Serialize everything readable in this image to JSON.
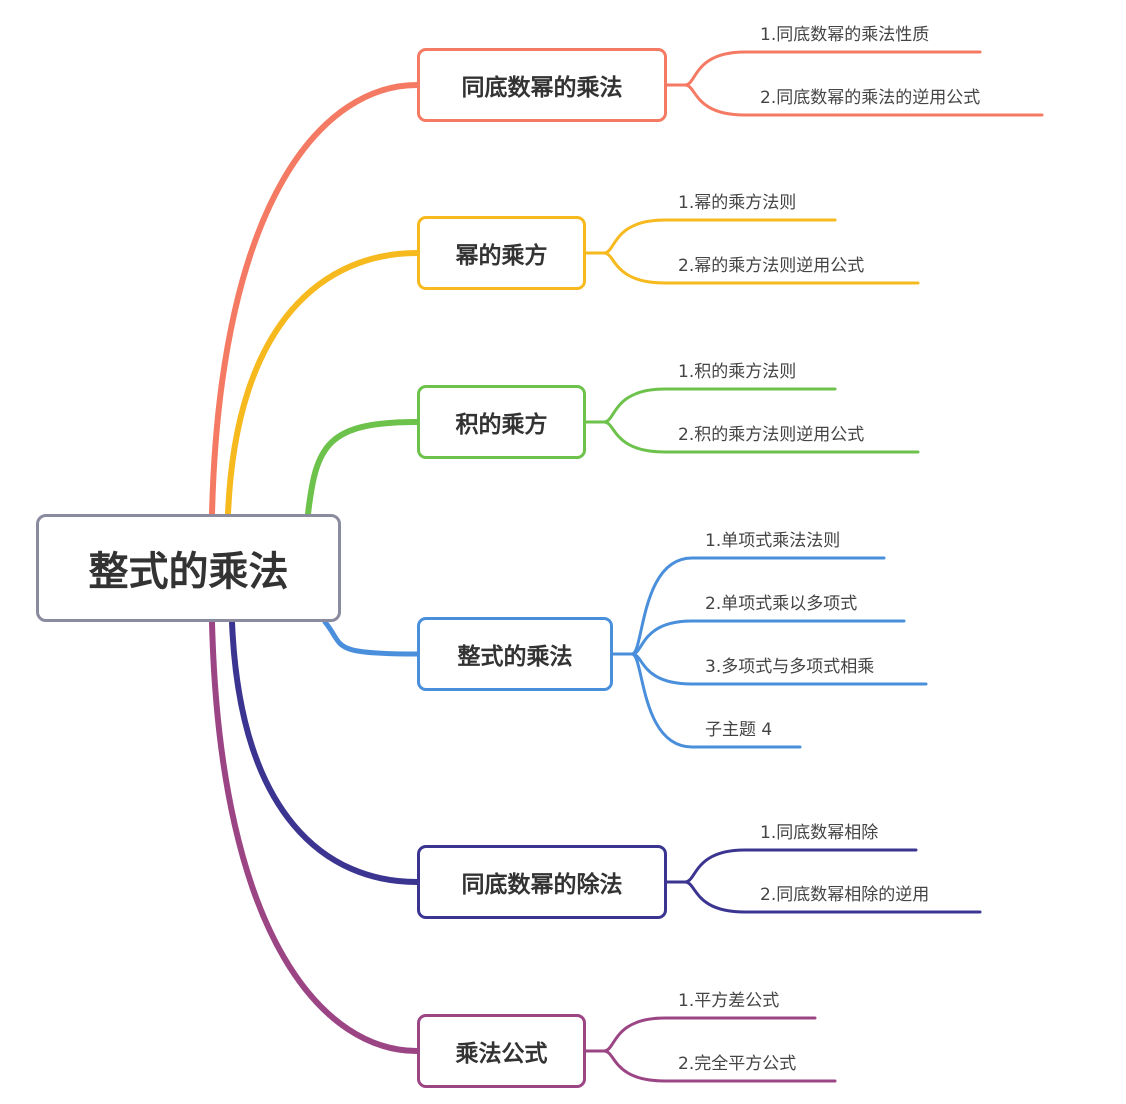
{
  "root": {
    "label": "整式的乘法",
    "color": "#8b8ba0"
  },
  "branches": [
    {
      "label": "同底数幂的乘法",
      "color": "#f47a63",
      "children": [
        "1.同底数幂的乘法性质",
        "2.同底数幂的乘法的逆用公式"
      ]
    },
    {
      "label": "幂的乘方",
      "color": "#f6b91e",
      "children": [
        "1.幂的乘方法则",
        "2.幂的乘方法则逆用公式"
      ]
    },
    {
      "label": "积的乘方",
      "color": "#6cc24a",
      "children": [
        "1.积的乘方法则",
        "2.积的乘方法则逆用公式"
      ]
    },
    {
      "label": "整式的乘法",
      "color": "#4a8fdb",
      "children": [
        "1.单项式乘法法则",
        "2.单项式乘以多项式",
        "3.多项式与多项式相乘",
        "子主题 4"
      ]
    },
    {
      "label": "同底数幂的除法",
      "color": "#3b3591",
      "children": [
        "1.同底数幂相除",
        "2.同底数幂相除的逆用"
      ]
    },
    {
      "label": "乘法公式",
      "color": "#9b4585",
      "children": [
        "1.平方差公式",
        "2.完全平方公式"
      ]
    }
  ]
}
